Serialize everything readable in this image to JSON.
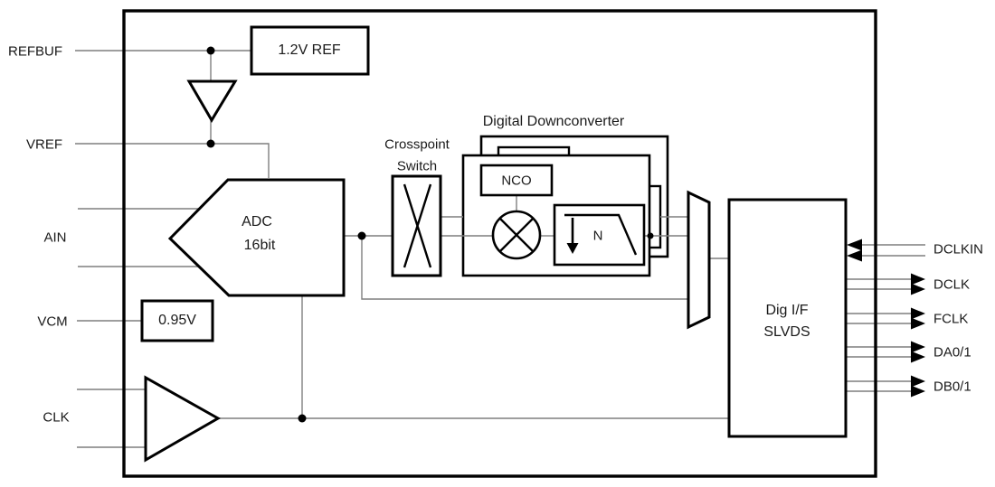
{
  "colors": {
    "wire": "#7f7f7f",
    "shape": "#000000",
    "text": "#1a1a1a",
    "background": "#ffffff"
  },
  "ports": {
    "left": [
      {
        "id": "refbuf",
        "label": "REFBUF",
        "direction": "input"
      },
      {
        "id": "vref",
        "label": "VREF",
        "direction": "input"
      },
      {
        "id": "ain",
        "label": "AIN",
        "direction": "input"
      },
      {
        "id": "vcm",
        "label": "VCM",
        "direction": "input"
      },
      {
        "id": "clk",
        "label": "CLK",
        "direction": "input"
      }
    ],
    "right": [
      {
        "id": "dclkin",
        "label": "DCLKIN",
        "direction": "input"
      },
      {
        "id": "dclk",
        "label": "DCLK",
        "direction": "output"
      },
      {
        "id": "fclk",
        "label": "FCLK",
        "direction": "output"
      },
      {
        "id": "da01",
        "label": "DA0/1",
        "direction": "output"
      },
      {
        "id": "db01",
        "label": "DB0/1",
        "direction": "output"
      }
    ]
  },
  "blocks": {
    "ref": {
      "label": "1.2V REF"
    },
    "adc": {
      "line1": "ADC",
      "line2": "16bit"
    },
    "vcm_source": {
      "label": "0.95V"
    },
    "crosspoint": {
      "line1": "Crosspoint",
      "line2": "Switch"
    },
    "ddc": {
      "title": "Digital Downconverter",
      "nco": "NCO",
      "decimation_factor": "N"
    },
    "digif": {
      "line1": "Dig I/F",
      "line2": "SLVDS"
    }
  }
}
